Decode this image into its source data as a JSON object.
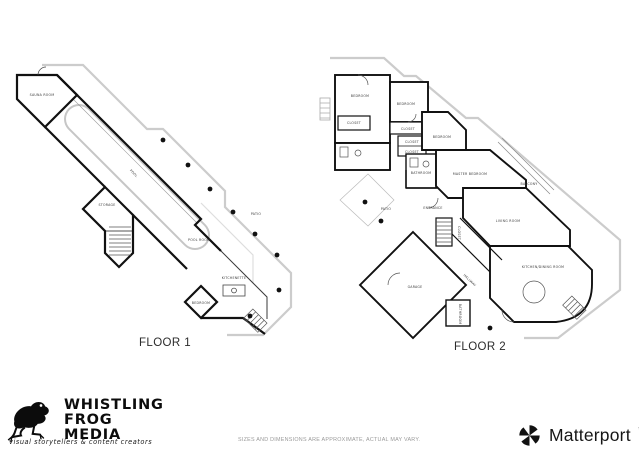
{
  "floor1": {
    "caption": "FLOOR 1",
    "labels": {
      "sauna_room": "SAUNA ROOM",
      "pool": "POOL",
      "storage": "STORAGE",
      "patio": "PATIO",
      "pool_room": "POOL ROOM",
      "kitchenette": "KITCHENETTE",
      "bedroom": "BEDROOM"
    }
  },
  "floor2": {
    "caption": "FLOOR 2",
    "labels": {
      "bedroom1": "BEDROOM",
      "bedroom2": "BEDROOM",
      "bedroom3": "BEDROOM",
      "closet1": "CLOSET",
      "closet2": "CLOSET",
      "closet3": "CLOSET",
      "closet4": "CLOSET",
      "closet5": "CLOSET",
      "bathroom1": "BATHROOM",
      "bathroom2": "BATHROOM",
      "master_bedroom": "MASTER BEDROOM",
      "balcony": "BALCONY",
      "patio": "PATIO",
      "entrance": "ENTRANCE",
      "living_room": "LIVING ROOM",
      "kitchen_dining": "KITCHEN/DINING ROOM",
      "garage": "GARAGE",
      "hallway": "HALLWAY"
    }
  },
  "footer": {
    "disclaimer": "SIZES AND DIMENSIONS ARE APPROXIMATE, ACTUAL MAY VARY.",
    "brand": {
      "name_line1": "WHISTLING",
      "name_line2": "FROG",
      "name_line3": "MEDIA",
      "tagline": "visual storytellers & content creators"
    },
    "matterport": {
      "name": "Matterport",
      "trademark": "™"
    }
  },
  "colors": {
    "wall": "#111111",
    "deck": "#cccccc",
    "muted": "#9a9a9a"
  }
}
